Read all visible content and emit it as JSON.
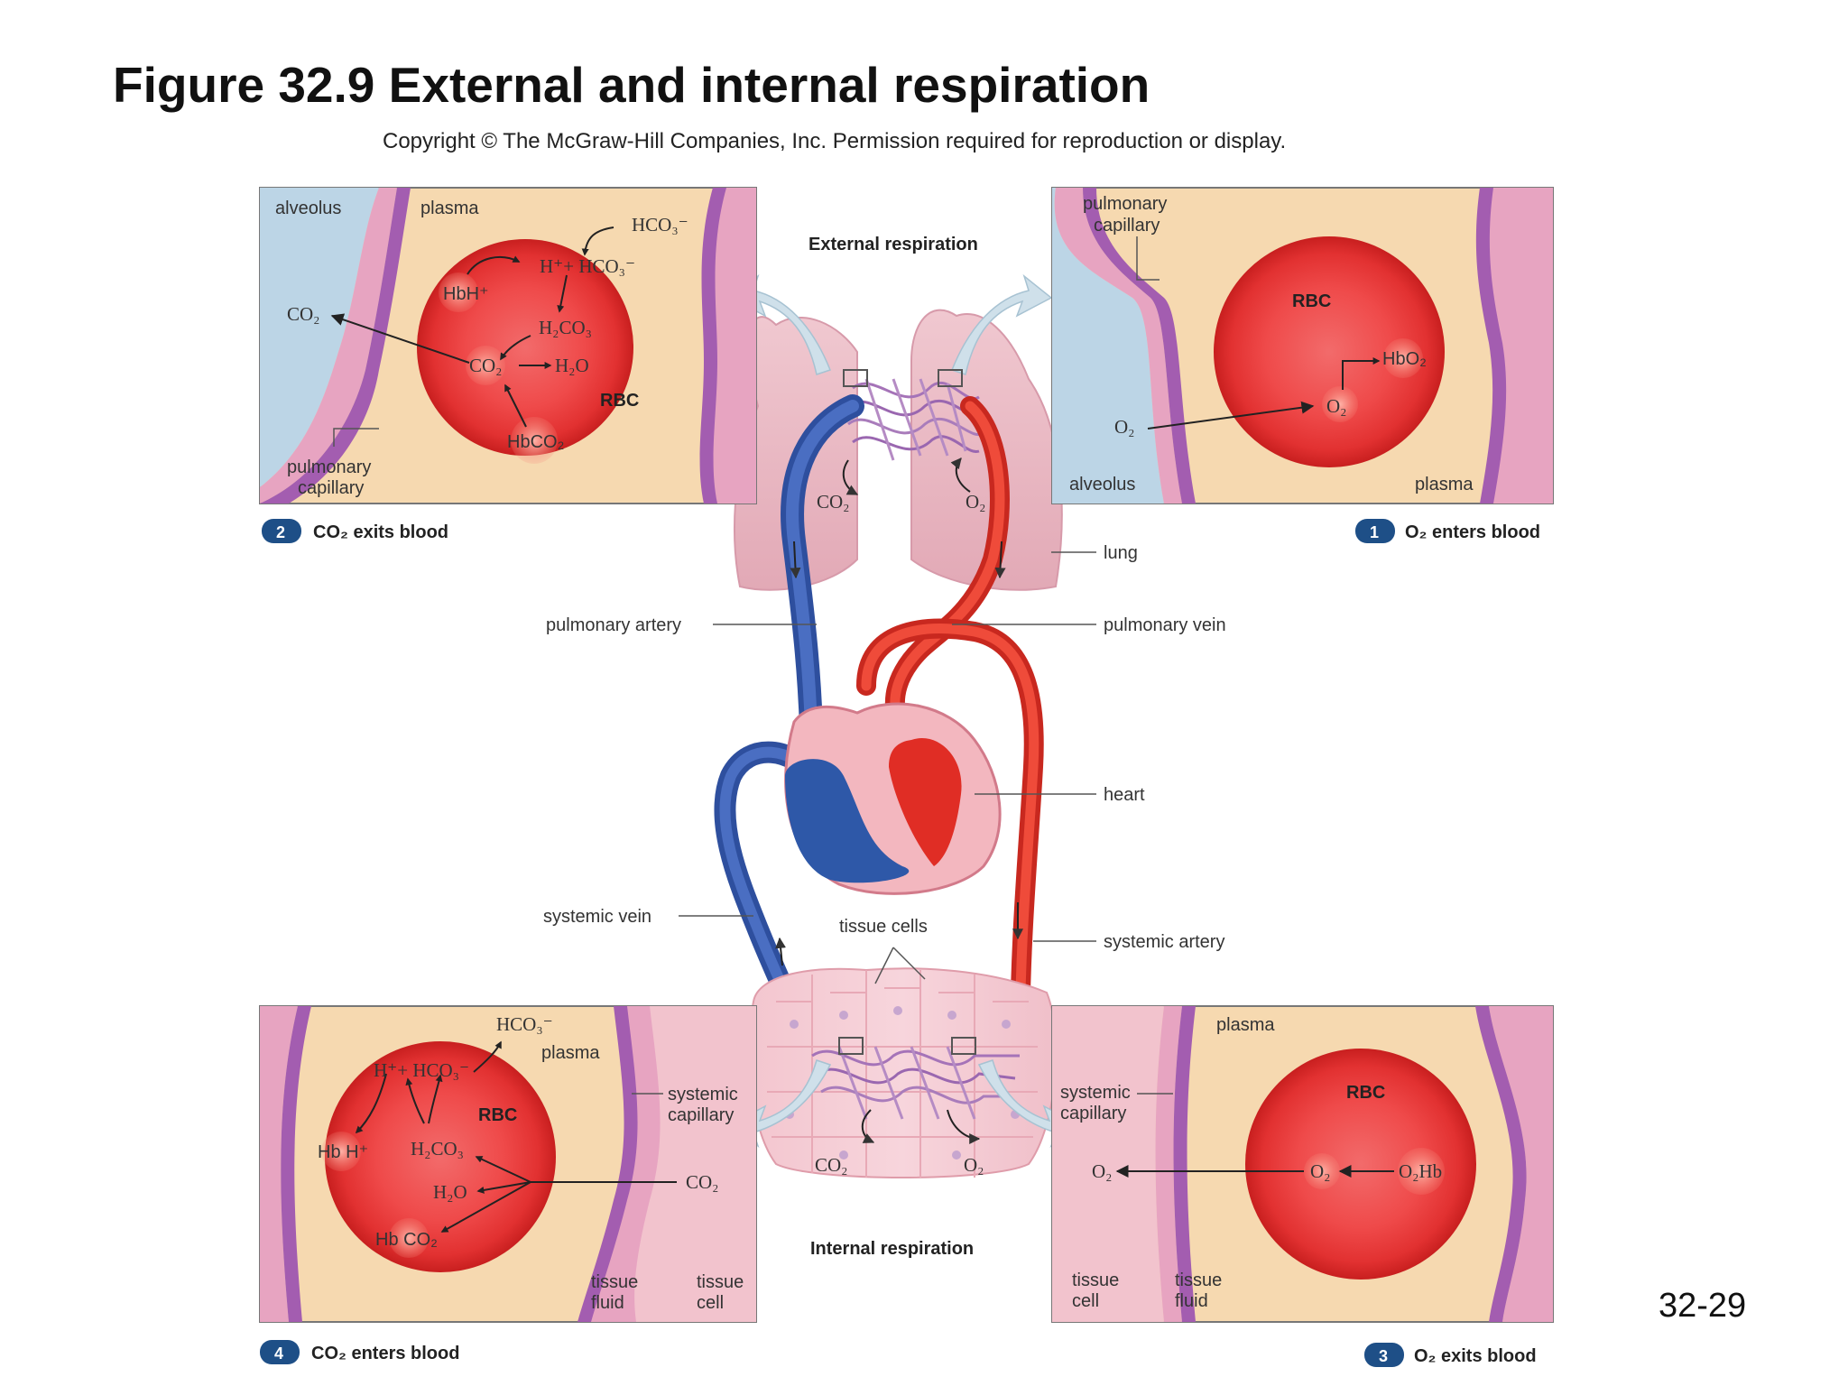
{
  "title": "Figure 32.9 External and internal respiration",
  "copyright": "Copyright © The McGraw-Hill Companies, Inc. Permission required for reproduction or display.",
  "slide_number": "32-29",
  "center": {
    "external_respiration": "External respiration",
    "internal_respiration": "Internal respiration",
    "co2_top": "CO₂",
    "o2_top": "O₂",
    "co2_bottom": "CO₂",
    "o2_bottom": "O₂",
    "labels": {
      "lung": "lung",
      "pulmonary_artery": "pulmonary artery",
      "pulmonary_vein": "pulmonary vein",
      "heart": "heart",
      "systemic_vein": "systemic vein",
      "tissue_cells": "tissue cells",
      "systemic_artery": "systemic artery"
    }
  },
  "panels": {
    "p2": {
      "badge": "2",
      "caption": "CO₂ exits blood",
      "alveolus": "alveolus",
      "plasma": "plasma",
      "rbc": "RBC",
      "pulm_cap_1": "pulmonary",
      "pulm_cap_2": "capillary",
      "hco3_out": "HCO₃⁻",
      "h_hco3": "H⁺+ HCO₃⁻",
      "hbh": "HbH⁺",
      "h2co3": "H₂CO₃",
      "co2_in": "CO₂",
      "h2o": "H₂O",
      "hbco2": "HbCO₂",
      "co2_out": "CO₂"
    },
    "p1": {
      "badge": "1",
      "caption": "O₂ enters blood",
      "pulm_cap_1": "pulmonary",
      "pulm_cap_2": "capillary",
      "rbc": "RBC",
      "hbo2": "HbO₂",
      "o2_in": "O₂",
      "o2_out": "O₂",
      "alveolus": "alveolus",
      "plasma": "plasma"
    },
    "p4": {
      "badge": "4",
      "caption": "CO₂ enters blood",
      "hco3_out": "HCO₃⁻",
      "plasma": "plasma",
      "h_hco3": "H⁺+ HCO₃⁻",
      "rbc": "RBC",
      "sys_cap_1": "systemic",
      "sys_cap_2": "capillary",
      "hbh": "Hb H⁺",
      "h2co3": "H₂CO₃",
      "h2o": "H₂O",
      "co2": "CO₂",
      "hbco2": "Hb CO₂",
      "tissue_fluid_1": "tissue",
      "tissue_fluid_2": "fluid",
      "tissue_cell_1": "tissue",
      "tissue_cell_2": "cell"
    },
    "p3": {
      "badge": "3",
      "caption": "O₂ exits blood",
      "plasma": "plasma",
      "rbc": "RBC",
      "sys_cap_1": "systemic",
      "sys_cap_2": "capillary",
      "o2_out": "O₂",
      "o2_in": "O₂",
      "o2hb": "O₂Hb",
      "tissue_cell_1": "tissue",
      "tissue_cell_2": "cell",
      "tissue_fluid_1": "tissue",
      "tissue_fluid_2": "fluid"
    }
  }
}
